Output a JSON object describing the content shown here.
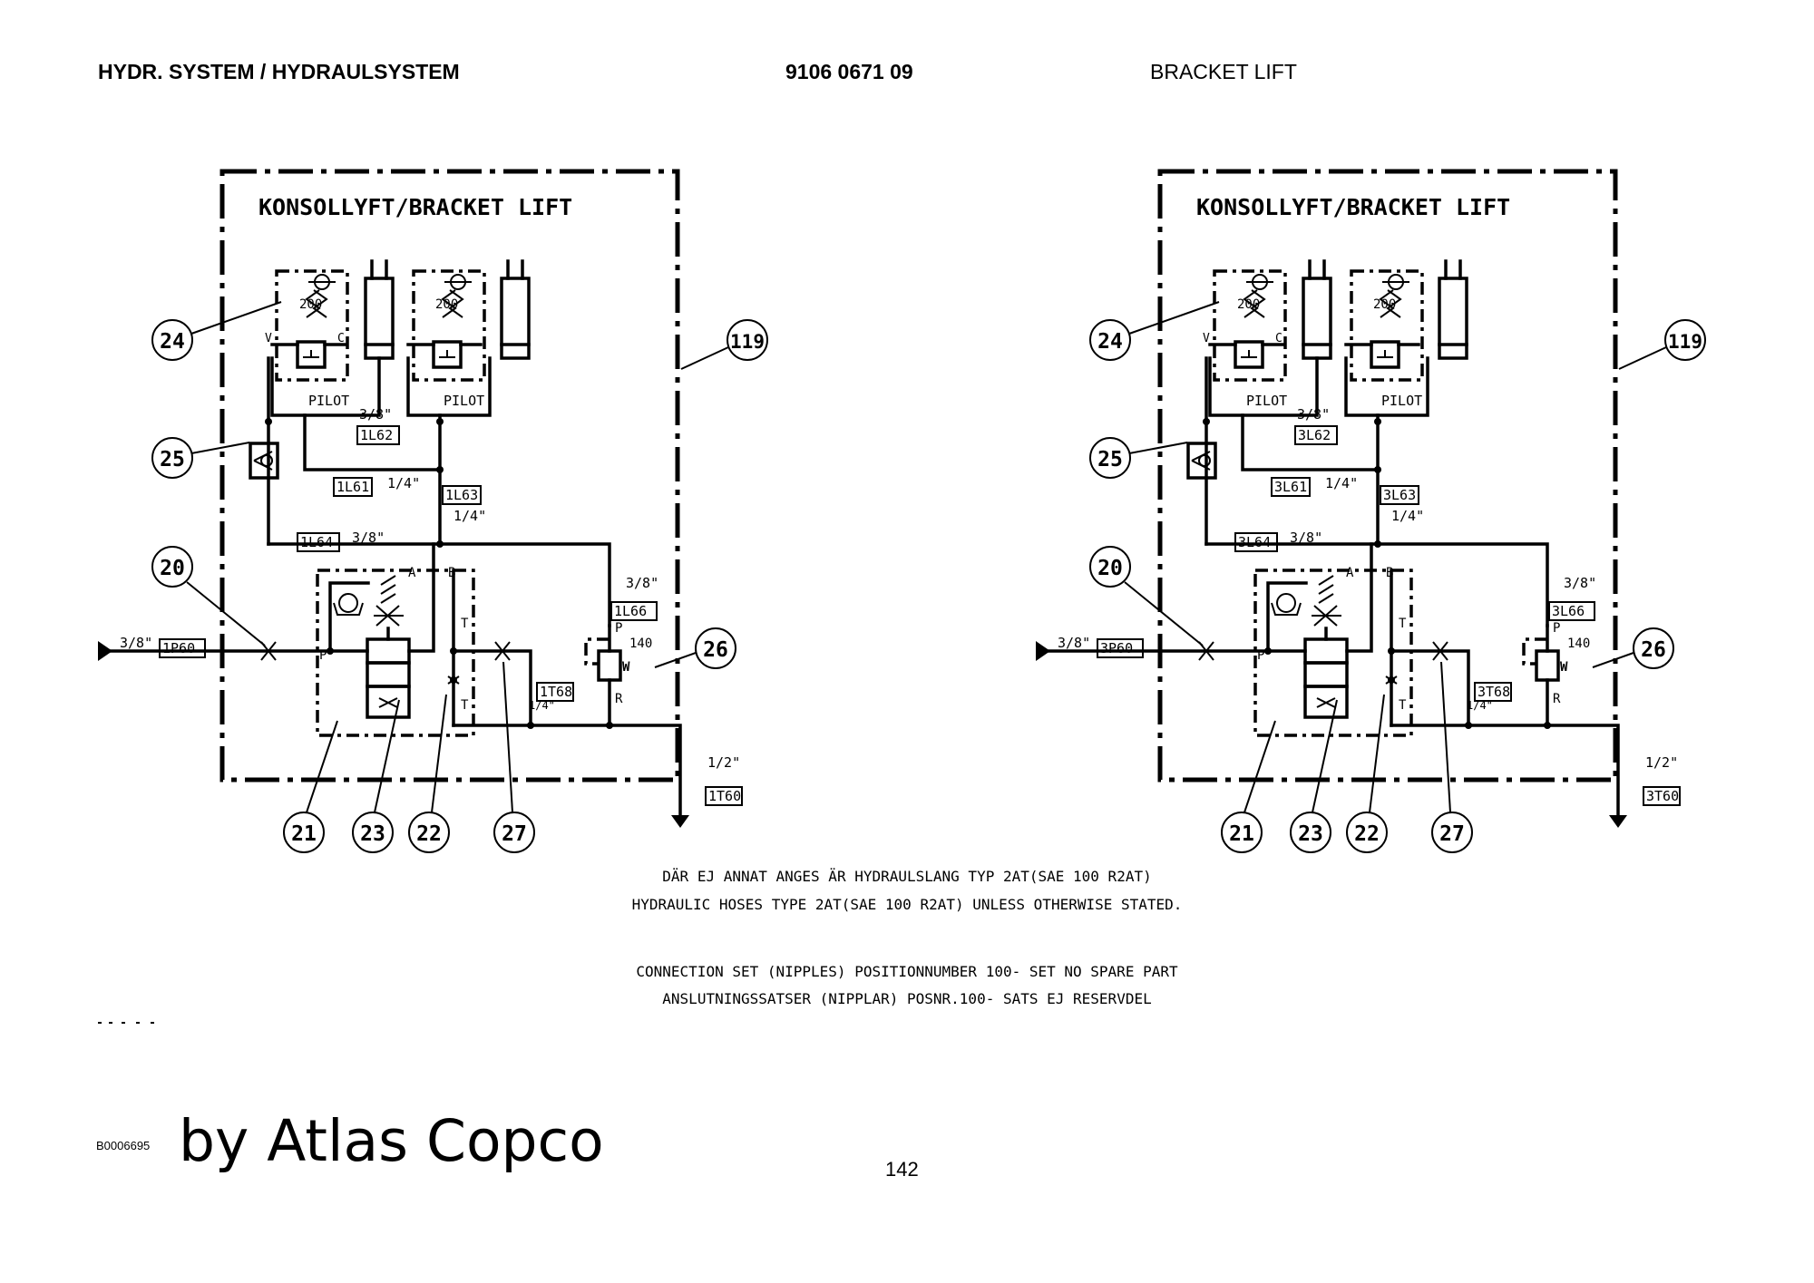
{
  "header": {
    "left_title": "HYDR. SYSTEM / HYDRAULSYSTEM",
    "part_number": "9106 0671 09",
    "right_title": "BRACKET LIFT"
  },
  "schematics": [
    {
      "title": "KONSOLLYFT/BRACKET LIFT",
      "item_numbers": [
        "24",
        "25",
        "20",
        "21",
        "23",
        "22",
        "27",
        "26",
        "119"
      ],
      "hose_labels": [
        "1L62",
        "1L61",
        "1L63",
        "1L64",
        "1L66",
        "1P60",
        "1T68",
        "1T60"
      ],
      "sizes": {
        "s38a": "3/8\"",
        "s14a": "1/4\"",
        "s14b": "1/4\"",
        "s38b": "3/8\"",
        "s38c": "3/8\"",
        "s38in": "3/8\"",
        "s14t": "1/4\"",
        "s12": "1/2\""
      },
      "valve_labels": {
        "pressure_a": "200",
        "pressure_b": "200",
        "relief": "140",
        "pilot_a": "PILOT",
        "pilot_b": "PILOT",
        "v": "V",
        "c": "C",
        "A": "A",
        "B": "B",
        "P": "P",
        "T": "T",
        "R": "R",
        "W": "W"
      }
    },
    {
      "title": "KONSOLLYFT/BRACKET LIFT",
      "item_numbers": [
        "24",
        "25",
        "20",
        "21",
        "23",
        "22",
        "27",
        "26",
        "119"
      ],
      "hose_labels": [
        "3L62",
        "3L61",
        "3L63",
        "3L64",
        "3L66",
        "3P60",
        "3T68",
        "3T60"
      ],
      "sizes": {
        "s38a": "3/8\"",
        "s14a": "1/4\"",
        "s14b": "1/4\"",
        "s38b": "3/8\"",
        "s38c": "3/8\"",
        "s38in": "3/8\"",
        "s14t": "1/4\"",
        "s12": "1/2\""
      },
      "valve_labels": {
        "pressure_a": "200",
        "pressure_b": "200",
        "relief": "140",
        "pilot_a": "PILOT",
        "pilot_b": "PILOT",
        "v": "V",
        "c": "C",
        "A": "A",
        "B": "B",
        "P": "P",
        "T": "T",
        "R": "R",
        "W": "W"
      }
    }
  ],
  "notes": [
    "DÄR EJ ANNAT ANGES ÄR HYDRAULSLANG TYP 2AT(SAE 100 R2AT)",
    "HYDRAULIC HOSES TYPE 2AT(SAE 100 R2AT) UNLESS OTHERWISE STATED.",
    "CONNECTION SET (NIPPLES) POSITIONNUMBER 100- SET NO SPARE PART",
    "ANSLUTNINGSSATSER (NIPPLAR) POSNR.100- SATS EJ RESERVDEL"
  ],
  "footer": {
    "code": "B0006695",
    "brand": "by Atlas Copco",
    "page_number": "142"
  }
}
